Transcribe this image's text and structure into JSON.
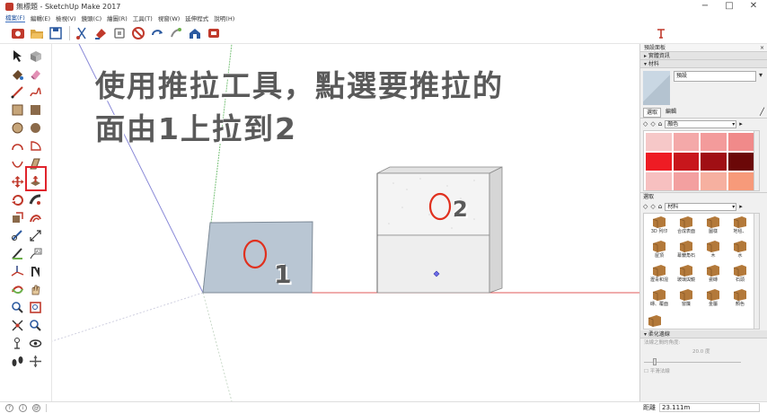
{
  "window": {
    "title": "無標題 - SketchUp Make 2017",
    "controls": [
      "−",
      "□",
      "✕"
    ]
  },
  "menu": [
    "檔案(F)",
    "編輯(E)",
    "檢視(V)",
    "鏡頭(C)",
    "繪圖(R)",
    "工具(T)",
    "視窗(W)",
    "延伸程式",
    "說明(H)"
  ],
  "toolbar": {
    "icons": [
      "get-started-icon",
      "open-icon",
      "save-icon",
      "cut-icon",
      "paint-icon",
      "eraser-icon",
      "undo-icon",
      "redo-icon",
      "components-icon",
      "warehouse-icon"
    ]
  },
  "viewport": {
    "instruction_line1": "使用推拉工具，點選要推拉的",
    "instruction_line2": "面由1上拉到2",
    "label_1": "1",
    "label_2": "2"
  },
  "rightpanel": {
    "tray_title": "預設面板",
    "section_entity": "▸ 實體資訊",
    "section_materials": "▾ 材料",
    "material_name": "預設",
    "tabs": [
      "選取",
      "編輯"
    ],
    "color_dropdown": "顏色",
    "swatches": [
      "#f6c8c8",
      "#f4a9a9",
      "#f39b9b",
      "#f08a8a",
      "#f7c0c0",
      "#ee1c24",
      "#c8161c",
      "#a00f14",
      "#7a0a0c",
      "#6b0808"
    ],
    "select_label": "選取",
    "material_dropdown": "材料",
    "materials": [
      "3D 列印",
      "合成表面",
      "圖樣",
      "地毯、",
      "屋頂",
      "幕鍍角石",
      "木",
      "水",
      "瀝青和混",
      "玻璃與鏡",
      "瓷磚",
      "石頭",
      "磚、覆面",
      "窗簾",
      "金屬",
      "顏色"
    ],
    "section_soften": "▾ 柔化邊線",
    "soften_label": "法線之間的角度:",
    "soften_value": "20.0 度",
    "smooth_normals": "平滑法線"
  },
  "status": {
    "measure_label": "距離",
    "measure_value": "23.111m"
  },
  "colors": {
    "accent": "#3c6fbf",
    "highlight_box": "#e0242c",
    "face_blue": "#b9c6d3",
    "box_white": "#f2f2f2",
    "circle": "#e0301e"
  }
}
